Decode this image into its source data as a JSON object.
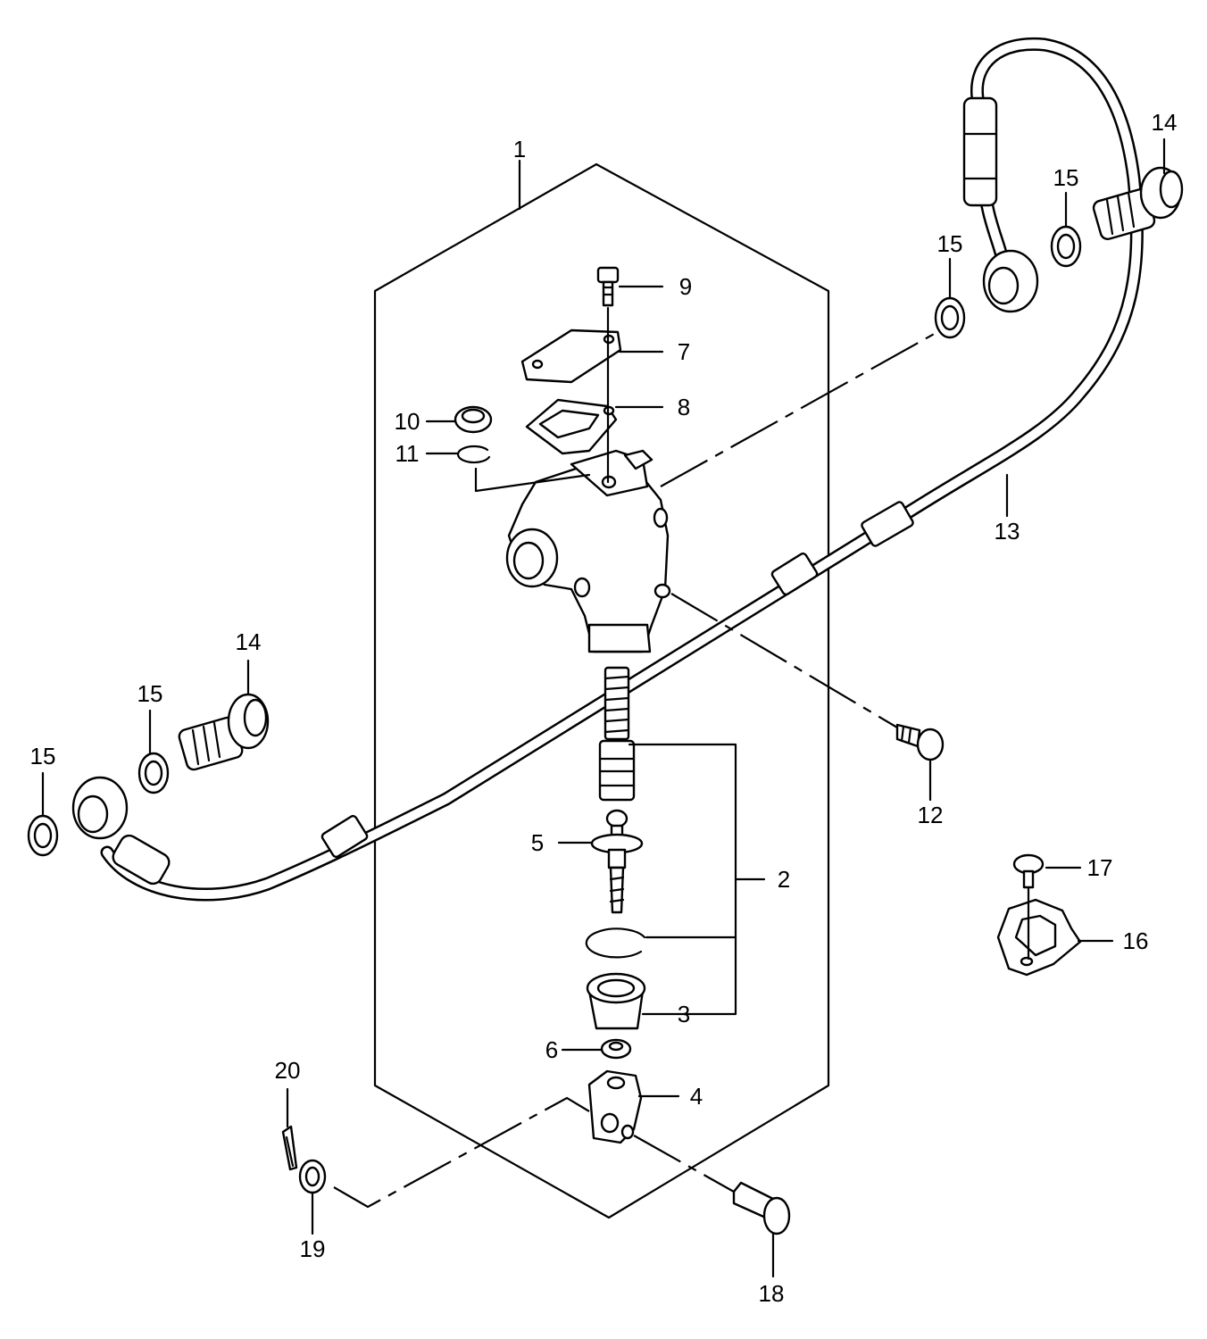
{
  "callouts": [
    {
      "id": "c1",
      "text": "1"
    },
    {
      "id": "c2",
      "text": "2"
    },
    {
      "id": "c3",
      "text": "3"
    },
    {
      "id": "c4",
      "text": "4"
    },
    {
      "id": "c5",
      "text": "5"
    },
    {
      "id": "c6",
      "text": "6"
    },
    {
      "id": "c7",
      "text": "7"
    },
    {
      "id": "c8",
      "text": "8"
    },
    {
      "id": "c9",
      "text": "9"
    },
    {
      "id": "c10",
      "text": "10"
    },
    {
      "id": "c11",
      "text": "11"
    },
    {
      "id": "c12",
      "text": "12"
    },
    {
      "id": "c13",
      "text": "13"
    },
    {
      "id": "c14a",
      "text": "14"
    },
    {
      "id": "c14b",
      "text": "14"
    },
    {
      "id": "c15a",
      "text": "15"
    },
    {
      "id": "c15b",
      "text": "15"
    },
    {
      "id": "c15c",
      "text": "15"
    },
    {
      "id": "c15d",
      "text": "15"
    },
    {
      "id": "c16",
      "text": "16"
    },
    {
      "id": "c17",
      "text": "17"
    },
    {
      "id": "c18",
      "text": "18"
    },
    {
      "id": "c19",
      "text": "19"
    },
    {
      "id": "c20",
      "text": "20"
    }
  ]
}
